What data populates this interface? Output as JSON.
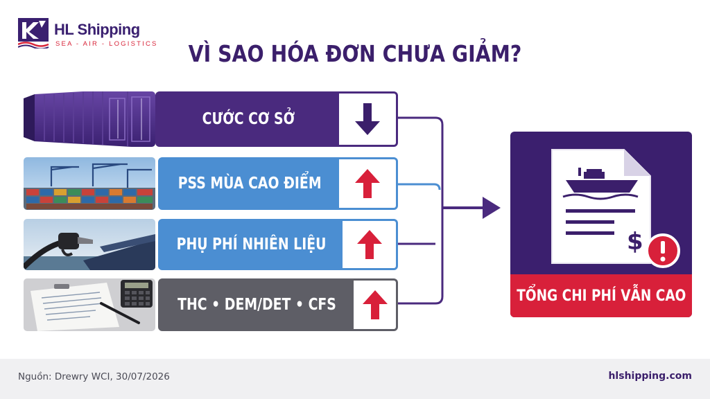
{
  "logo": {
    "name": "HL Shipping",
    "tagline": "SEA - AIR - LOGISTICS",
    "icon": "hl-logo-mark"
  },
  "title": "VÌ SAO HÓA ĐƠN CHƯA GIẢM?",
  "rows": [
    {
      "label": "CƯỚC CƠ SỞ",
      "direction": "down",
      "image": "container-image",
      "color": "#4a2a7e"
    },
    {
      "label": "PSS MÙA CAO ĐIỂM",
      "direction": "up",
      "image": "port-cranes-image",
      "color": "#4b8ed2"
    },
    {
      "label": "PHỤ PHÍ NHIÊN LIỆU",
      "direction": "up",
      "image": "fuel-nozzle-image",
      "color": "#4b8ed2"
    },
    {
      "label": "THC • DEM/DET • CFS",
      "direction": "up",
      "image": "invoice-calculator-image",
      "color": "#5e5e66"
    }
  ],
  "result": {
    "label": "TỔNG CHI PHÍ VẪN CAO",
    "icon": "invoice-ship-icon",
    "alert_icon": "alert-icon",
    "currency_symbol": "$"
  },
  "footer": {
    "source": "Nguồn: Drewry WCI, 30/07/2026",
    "site": "hlshipping.com"
  },
  "colors": {
    "brand_purple": "#3b1f6b",
    "accent_red": "#d8203a",
    "blue": "#4b8ed2",
    "gray": "#5e5e66"
  }
}
